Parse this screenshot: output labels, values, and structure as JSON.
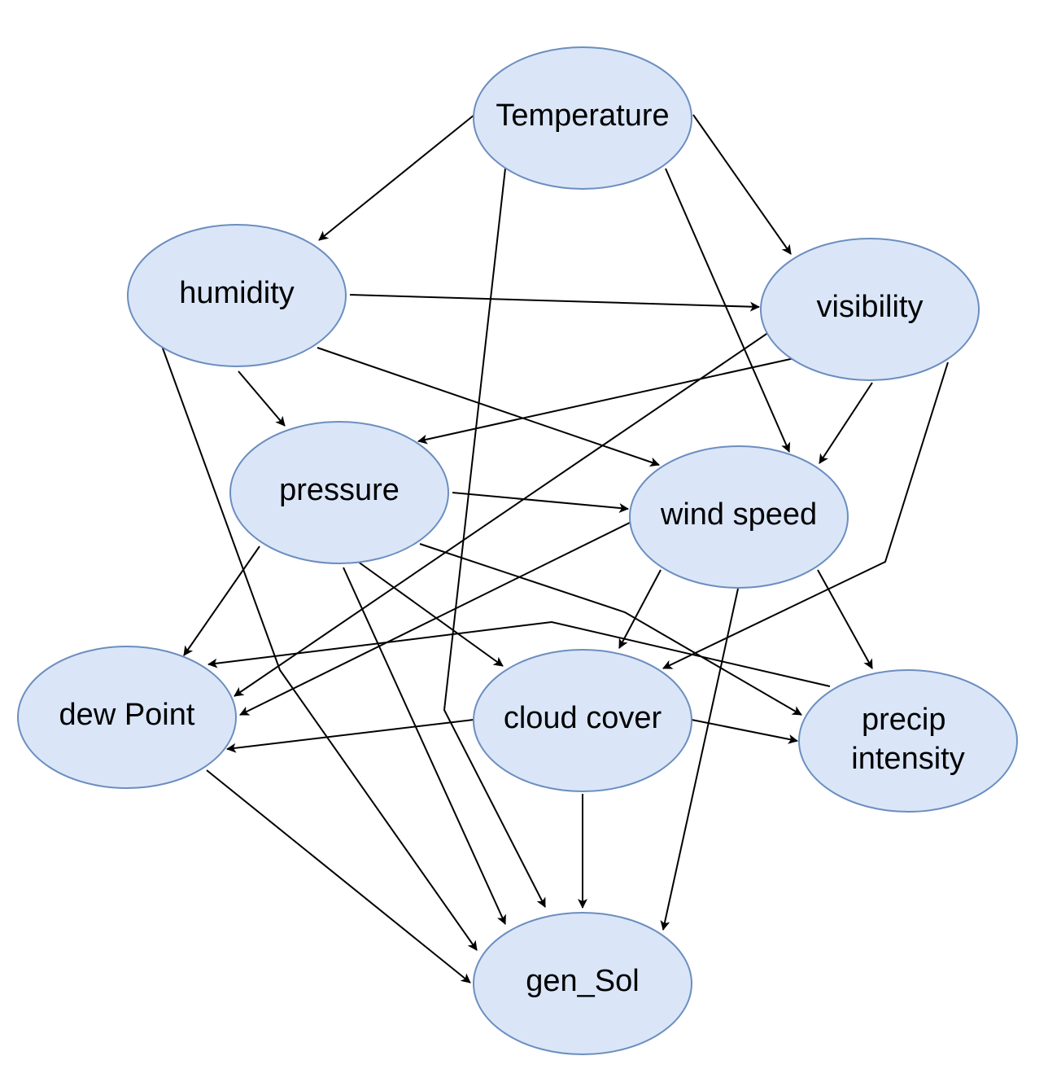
{
  "nodes": [
    {
      "id": "temperature",
      "label": "Temperature"
    },
    {
      "id": "humidity",
      "label": "humidity"
    },
    {
      "id": "visibility",
      "label": "visibility"
    },
    {
      "id": "pressure",
      "label": "pressure"
    },
    {
      "id": "wind_speed",
      "label": "wind speed"
    },
    {
      "id": "dew_point",
      "label": "dew Point"
    },
    {
      "id": "cloud_cover",
      "label": "cloud cover"
    },
    {
      "id": "precip_intensity",
      "label_lines": [
        "precip",
        "intensity"
      ]
    },
    {
      "id": "gen_sol",
      "label": "gen_Sol"
    }
  ],
  "edges": [
    {
      "from": "temperature",
      "to": "humidity"
    },
    {
      "from": "temperature",
      "to": "visibility"
    },
    {
      "from": "temperature",
      "to": "wind_speed"
    },
    {
      "from": "temperature",
      "to": "gen_sol"
    },
    {
      "from": "humidity",
      "to": "visibility"
    },
    {
      "from": "humidity",
      "to": "pressure"
    },
    {
      "from": "humidity",
      "to": "wind_speed"
    },
    {
      "from": "humidity",
      "to": "gen_sol"
    },
    {
      "from": "visibility",
      "to": "pressure"
    },
    {
      "from": "visibility",
      "to": "wind_speed"
    },
    {
      "from": "visibility",
      "to": "dew_point"
    },
    {
      "from": "visibility",
      "to": "cloud_cover"
    },
    {
      "from": "pressure",
      "to": "wind_speed"
    },
    {
      "from": "pressure",
      "to": "dew_point"
    },
    {
      "from": "pressure",
      "to": "cloud_cover"
    },
    {
      "from": "pressure",
      "to": "precip_intensity"
    },
    {
      "from": "pressure",
      "to": "gen_sol"
    },
    {
      "from": "wind_speed",
      "to": "dew_point"
    },
    {
      "from": "wind_speed",
      "to": "cloud_cover"
    },
    {
      "from": "wind_speed",
      "to": "precip_intensity"
    },
    {
      "from": "wind_speed",
      "to": "gen_sol"
    },
    {
      "from": "precip_intensity",
      "to": "dew_point"
    },
    {
      "from": "cloud_cover",
      "to": "dew_point"
    },
    {
      "from": "cloud_cover",
      "to": "precip_intensity"
    },
    {
      "from": "cloud_cover",
      "to": "gen_sol"
    },
    {
      "from": "dew_point",
      "to": "gen_sol"
    }
  ],
  "colors": {
    "node_fill": "#dae6f8",
    "node_stroke": "#6c8ebf",
    "edge": "#000000"
  }
}
